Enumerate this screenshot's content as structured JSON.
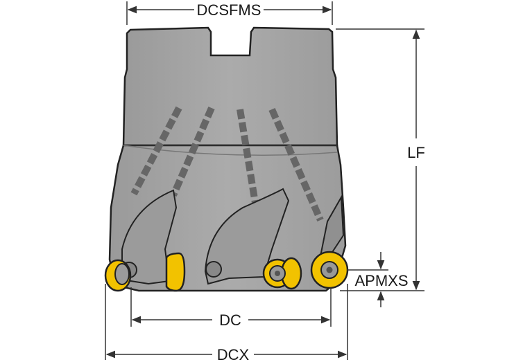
{
  "labels": {
    "dcsfms": "DCSFMS",
    "lf": "LF",
    "apmxs": "APMXS",
    "dc": "DC",
    "dcx": "DCX"
  },
  "colors": {
    "body": "#a6a6a6",
    "body_dark": "#8c8c8c",
    "outline": "#222222",
    "insert": "#f2c200",
    "insert_dark": "#c99a00",
    "line": "#333333"
  }
}
